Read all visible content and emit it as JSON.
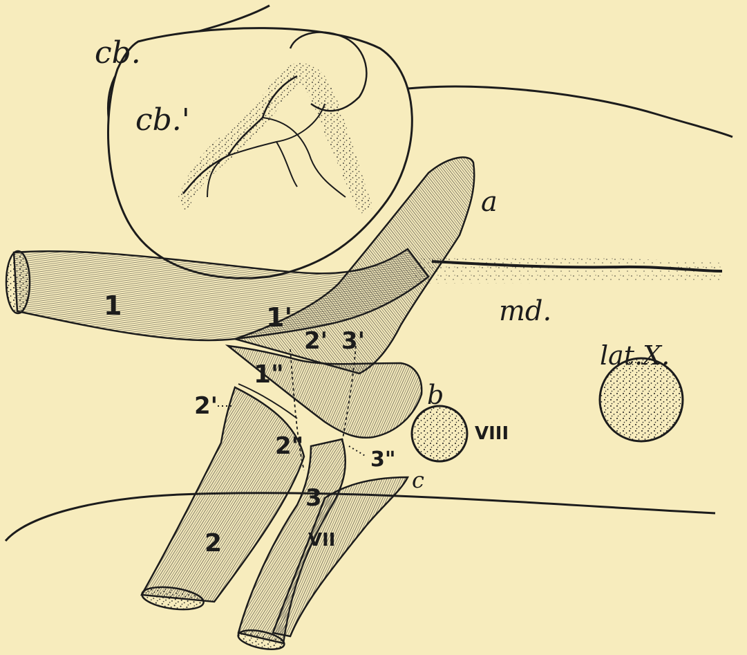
{
  "labels": {
    "cb": "cb.",
    "cb_prime": "cb.'",
    "a": "a",
    "md": "md.",
    "lat_x": "lat.X.",
    "b": "b",
    "c": "c",
    "viii": "VIII",
    "vii": "VII",
    "n1": "1",
    "n1_prime": "1'",
    "n1_dprime": "1\"",
    "n2_prime_upper": "2'",
    "n3_prime": "3'",
    "n2_prime_left": "2'",
    "n2_dprime": "2\"",
    "n3_dprime": "3\"",
    "n2": "2",
    "n3": "3"
  },
  "colors": {
    "background": "#f7ecbd",
    "ink": "#1c1c1c"
  }
}
